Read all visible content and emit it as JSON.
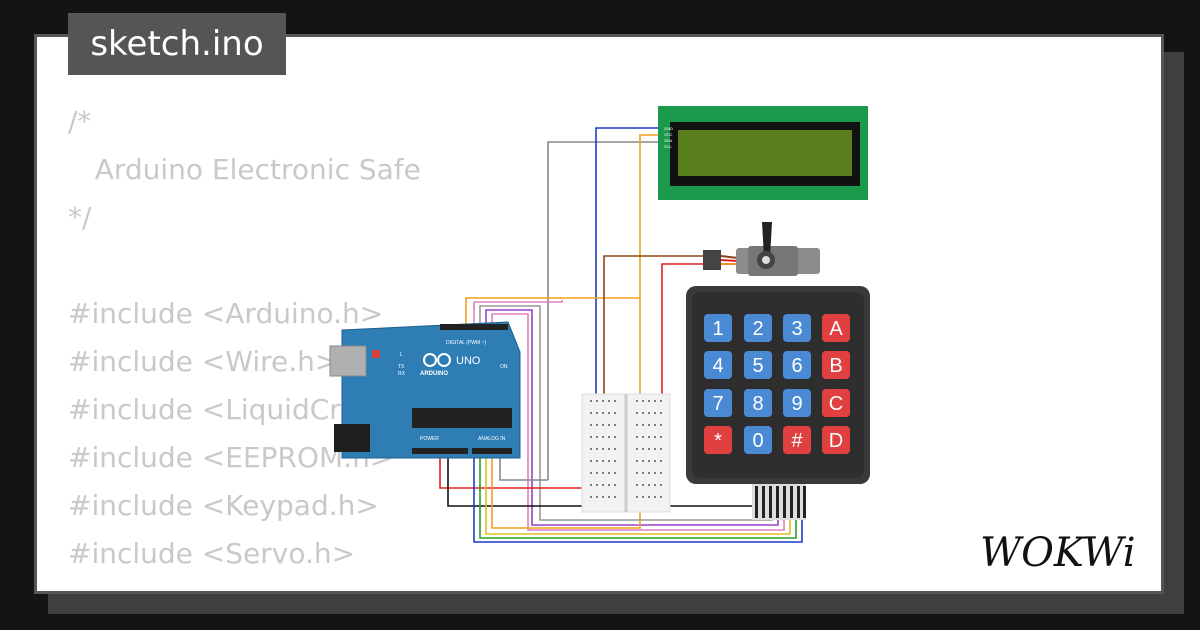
{
  "file_tab": {
    "label": "sketch.ino"
  },
  "code_lines": [
    "/*",
    "   Arduino Electronic Safe",
    "*/",
    "",
    "#include <Arduino.h>",
    "#include <Wire.h>",
    "#include <LiquidCrystal_I2C.h>",
    "#include <EEPROM.h>",
    "#include <Keypad.h>",
    "#include <Servo.h>"
  ],
  "arduino": {
    "brand": "ARDUINO",
    "model": "UNO",
    "header_digital": "DIGITAL (PWM ~)",
    "header_power": "POWER",
    "header_analog": "ANALOG IN",
    "on_label": "ON",
    "led_l": "L",
    "led_tx": "TX",
    "led_rx": "RX"
  },
  "keypad": {
    "keys": [
      [
        "1",
        "2",
        "3",
        "A"
      ],
      [
        "4",
        "5",
        "6",
        "B"
      ],
      [
        "7",
        "8",
        "9",
        "C"
      ],
      [
        "*",
        "0",
        "#",
        "D"
      ]
    ]
  },
  "lcd": {
    "pins": [
      "GND",
      "VCC",
      "SDA",
      "SCL"
    ]
  },
  "logo": {
    "text": "WOKWi"
  },
  "colors": {
    "page_bg": "#141414",
    "card_bg": "#ffffff",
    "tab_bg": "#555555",
    "code_text": "#c9c9c9",
    "board_blue": "#2e7db5",
    "key_blue": "#4a8ad4",
    "key_red": "#e04040",
    "lcd_green": "#5a7e1e",
    "lcd_pcb": "#1b9a4b"
  }
}
